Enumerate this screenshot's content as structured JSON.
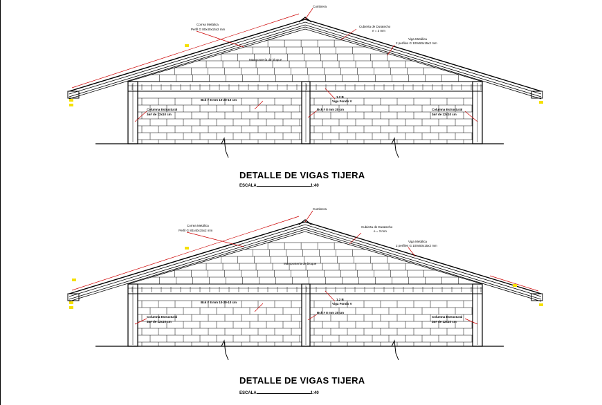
{
  "drawings": [
    {
      "labels": {
        "ridge": "Cumbrera",
        "purlin": "Correa Metálica",
        "purlin_profile": "Perfil G 80x40x15x2 mm",
        "roofing": "Cubierta de Duratecho",
        "roofing_thickness": "e = 3 mm",
        "beam": "Viga Metálica",
        "beam_profile": "2 perfiles G 100x50x15x2 mm",
        "gable_wall": "Mampostería de bloque",
        "tie_beam": "Bck # 8 mm 10-20-10 cm",
        "tie_note": "1.2 B",
        "tie_note2": "Viga Fondo V",
        "column_left": "Columna Estructural",
        "column_left2": "3ø# de 12x10 cm",
        "column_center": "Bck # 8 mm 20 cm",
        "column_right": "Columna Estructural",
        "column_right2": "3ø# de 12x10 cm"
      },
      "title": "DETALLE DE VIGAS TIJERA",
      "scale_prefix": "ESCALA",
      "scale_value": "1:40"
    },
    {
      "labels": {
        "ridge": "Cumbrera",
        "purlin": "Correa Metálica",
        "purlin_profile": "Perfil G 80x40x15x2 mm",
        "roofing": "Cubierta de Duratecho",
        "roofing_thickness": "e = 3 mm",
        "beam": "Viga Metálica",
        "beam_profile": "2 perfiles G 100x50x15x2 mm",
        "gable_wall": "Mampostería de bloque",
        "tie_beam": "Bck # 8 mm 10-20-10 cm",
        "tie_note": "1.2 B",
        "tie_note2": "Viga Fondo V",
        "column_left": "Columna Estructural",
        "column_left2": "3ø# de 12x10 cm",
        "column_center": "Bck # 8 mm 20 cm",
        "column_right": "Columna Estructural",
        "column_right2": "3ø# de 12x10 cm"
      },
      "title": "DETALLE DE VIGAS TIJERA",
      "scale_prefix": "ESCALA",
      "scale_value": "1:40"
    }
  ],
  "colors": {
    "line": "#000000",
    "annotation": "#cc0000",
    "highlight": "#f5e000"
  }
}
